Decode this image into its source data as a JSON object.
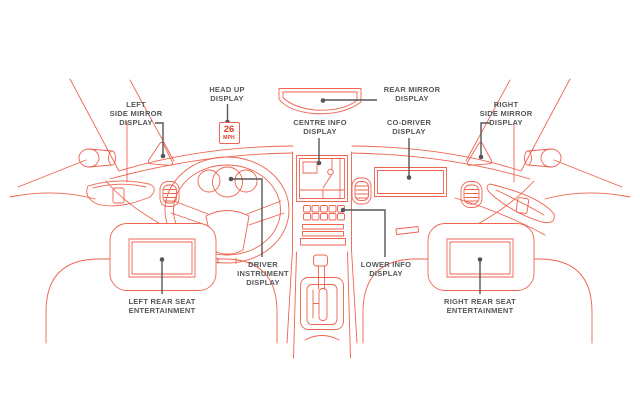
{
  "colors": {
    "line-color": "#ee6450",
    "label-color": "#55565a",
    "accent-red": "#de3a2b"
  },
  "hud": {
    "speed": "26",
    "unit": "MPH"
  },
  "labels": {
    "left_side_mirror": "LEFT\nSIDE MIRROR\nDISPLAY",
    "head_up": "HEAD UP\nDISPLAY",
    "centre_info": "CENTRE INFO\nDISPLAY",
    "rear_mirror": "REAR MIRROR\nDISPLAY",
    "co_driver": "CO-DRIVER\nDISPLAY",
    "right_side_mirror": "RIGHT\nSIDE MIRROR\nDISPLAY",
    "driver_instrument": "DRIVER\nINSTRUMENT\nDISPLAY",
    "lower_info": "LOWER INFO\nDISPLAY",
    "left_rear_seat": "LEFT REAR SEAT\nENTERTAINMENT",
    "right_rear_seat": "RIGHT REAR SEAT\nENTERTAINMENT"
  }
}
